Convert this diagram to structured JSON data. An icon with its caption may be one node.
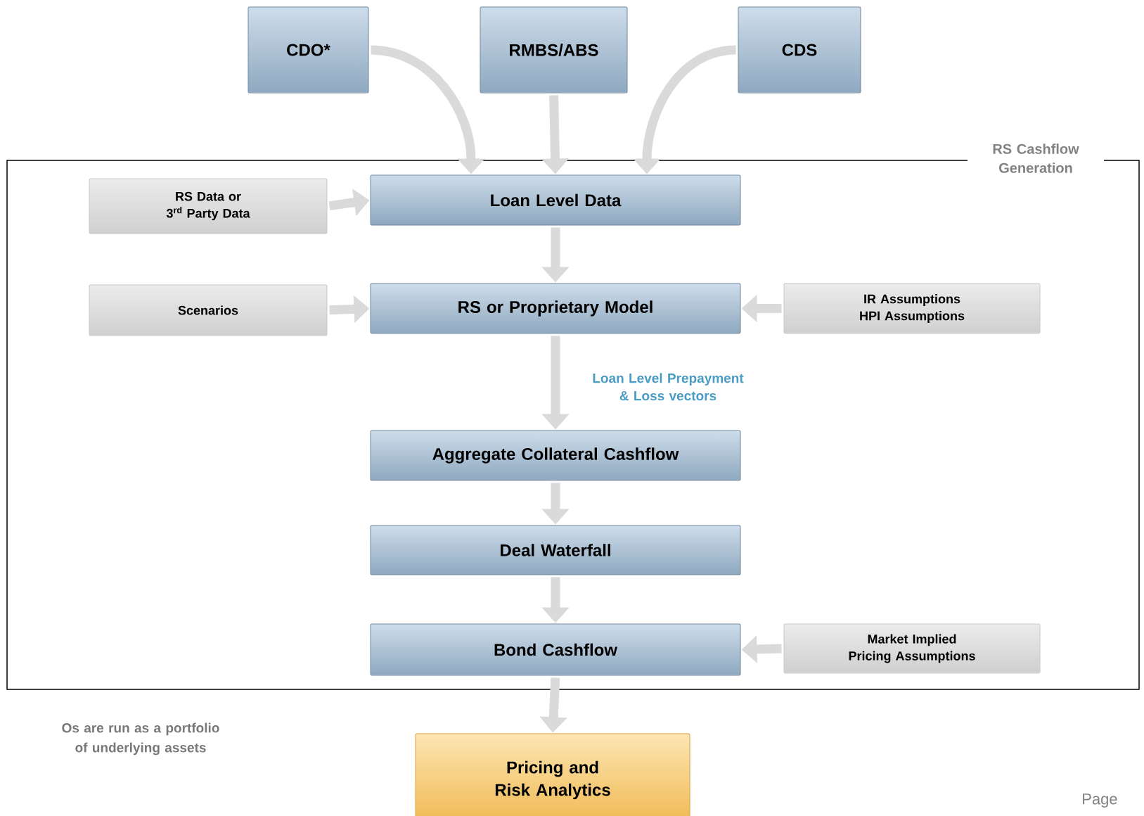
{
  "diagram": {
    "nodes": [
      {
        "text": [
          "CDO*"
        ]
      },
      {
        "text": [
          "RMBS/ABS"
        ]
      },
      {
        "text": [
          "CDS"
        ]
      },
      {
        "text": [
          "RS Cashflow Generation"
        ]
      },
      {
        "text": [
          "RS Data or 3$^{rd}$ Party Data"
        ],
        "in": 3
      },
      {
        "text": [
          "Loan Level Data"
        ],
        "in": 3
      },
      {
        "text": [
          "Scenarios"
        ],
        "in": 3
      },
      {
        "text": [
          "RS or Proprietary Model"
        ],
        "in": 3
      },
      {
        "text": [
          "IR Assumptions HPI Assumptions"
        ],
        "in": 3
      },
      {
        "text": [
          "Aggregate Collateral Cashflow"
        ],
        "in": 3
      },
      {
        "text": [
          "Deal Waterfall"
        ],
        "in": 3
      },
      {
        "text": [
          "Bond Cashflow"
        ],
        "in": 3
      },
      {
        "text": [
          "Market Implied Pricing Assumptions"
        ],
        "in": 3
      },
      {
        "text": [
          "Pricing and Risk Analytics"
        ]
      }
    ],
    "edges": [
      {
        "from": 0,
        "to": 5,
        "arrow": "to"
      },
      {
        "from": 1,
        "to": 5,
        "arrow": "to"
      },
      {
        "from": 2,
        "to": 5,
        "arrow": "to"
      },
      {
        "from": 4,
        "to": 5,
        "arrow": "to"
      },
      {
        "from": 5,
        "to": 7,
        "arrow": "to"
      },
      {
        "from": 6,
        "to": 7,
        "arrow": "to"
      },
      {
        "from": 8,
        "to": 7,
        "arrow": "to"
      },
      {
        "from": 7,
        "to": 9,
        "arrow": "to",
        "label": "Loan Level Prepayment & Loss vectors"
      },
      {
        "from": 9,
        "to": 10,
        "arrow": "to"
      },
      {
        "from": 10,
        "to": 11,
        "arrow": "to"
      },
      {
        "from": 12,
        "to": 11,
        "arrow": "to"
      },
      {
        "from": 11,
        "to": 13,
        "arrow": "to"
      }
    ],
    "labels": [
      "Os are run as a portfolio of underlying assets",
      "Page"
    ]
  }
}
